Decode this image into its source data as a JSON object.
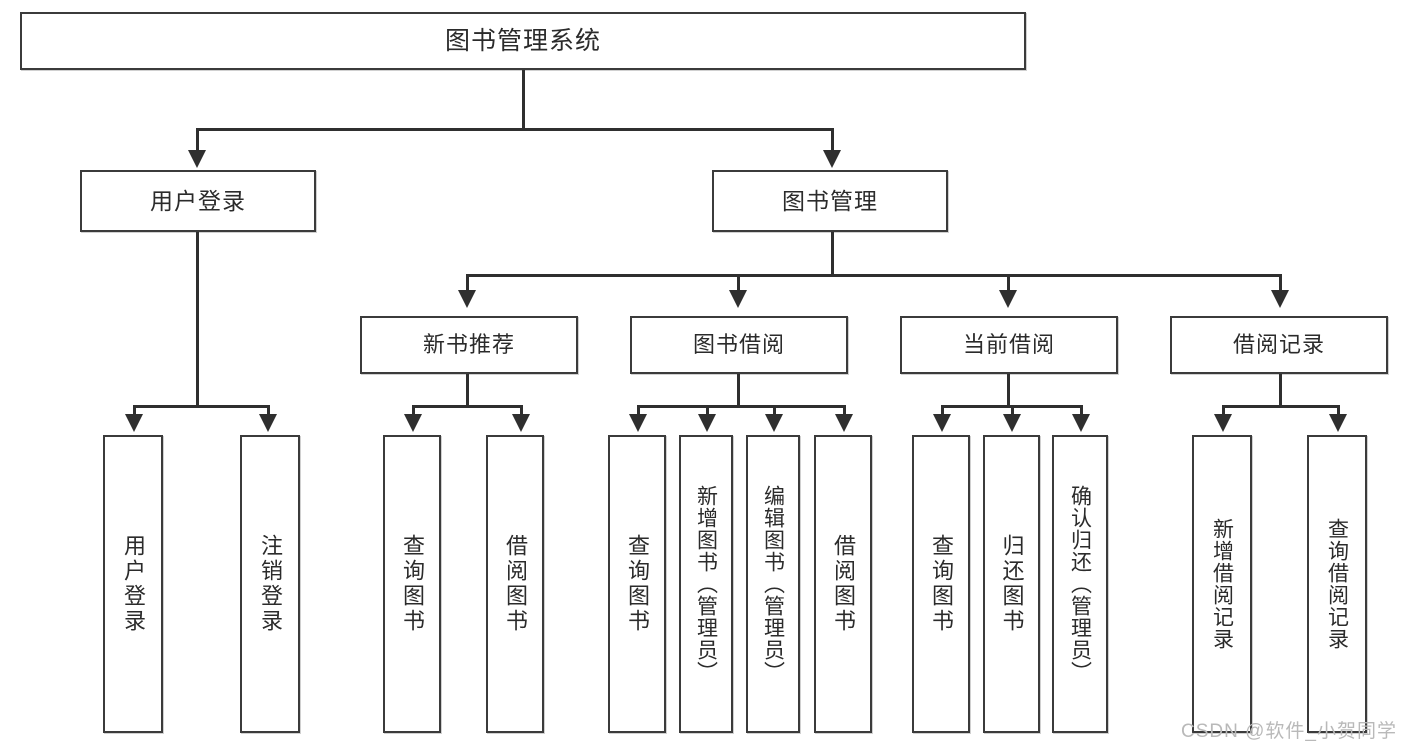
{
  "diagram": {
    "type": "tree-hierarchy",
    "title": "图书管理系统",
    "root": {
      "label": "图书管理系统"
    },
    "level2": [
      {
        "id": "user-login",
        "label": "用户登录"
      },
      {
        "id": "book-management",
        "label": "图书管理"
      }
    ],
    "level3": [
      {
        "id": "new-book-recommend",
        "label": "新书推荐",
        "parent": "book-management"
      },
      {
        "id": "book-borrow",
        "label": "图书借阅",
        "parent": "book-management"
      },
      {
        "id": "current-borrow",
        "label": "当前借阅",
        "parent": "book-management"
      },
      {
        "id": "borrow-record",
        "label": "借阅记录",
        "parent": "book-management"
      }
    ],
    "leaves": [
      {
        "id": "leaf-user-login",
        "label": "用户登录",
        "parent": "user-login"
      },
      {
        "id": "leaf-logout-login",
        "label": "注销登录",
        "parent": "user-login"
      },
      {
        "id": "leaf-query-book-1",
        "label": "查询图书",
        "parent": "new-book-recommend"
      },
      {
        "id": "leaf-borrow-book-1",
        "label": "借阅图书",
        "parent": "new-book-recommend"
      },
      {
        "id": "leaf-query-book-2",
        "label": "查询图书",
        "parent": "book-borrow"
      },
      {
        "id": "leaf-add-book",
        "label": "新增图书（管理员）",
        "parent": "book-borrow"
      },
      {
        "id": "leaf-edit-book",
        "label": "编辑图书（管理员）",
        "parent": "book-borrow"
      },
      {
        "id": "leaf-borrow-book-2",
        "label": "借阅图书",
        "parent": "book-borrow"
      },
      {
        "id": "leaf-query-book-3",
        "label": "查询图书",
        "parent": "current-borrow"
      },
      {
        "id": "leaf-return-book",
        "label": "归还图书",
        "parent": "current-borrow"
      },
      {
        "id": "leaf-confirm-return",
        "label": "确认归还（管理员）",
        "parent": "current-borrow"
      },
      {
        "id": "leaf-add-record",
        "label": "新增借阅记录",
        "parent": "borrow-record"
      },
      {
        "id": "leaf-query-record",
        "label": "查询借阅记录",
        "parent": "borrow-record"
      }
    ]
  },
  "watermark": {
    "text": "CSDN @软件_小贺同学"
  },
  "colors": {
    "border": "#3b3b3b",
    "connector": "#2f2f2f",
    "text": "#2b2b2b",
    "background": "#ffffff",
    "watermark": "#b9b9b9"
  }
}
